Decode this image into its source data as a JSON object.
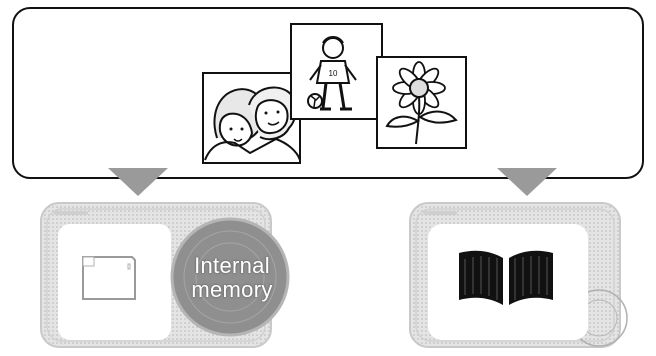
{
  "memory_label": {
    "line1": "Internal",
    "line2": "memory"
  },
  "icons": {
    "arrow_left": "downward-triangle-arrow",
    "arrow_right": "downward-triangle-arrow",
    "camera_left": "digital-camera",
    "camera_right": "digital-camera",
    "memory_card": "memory-card",
    "book": "open-book"
  }
}
